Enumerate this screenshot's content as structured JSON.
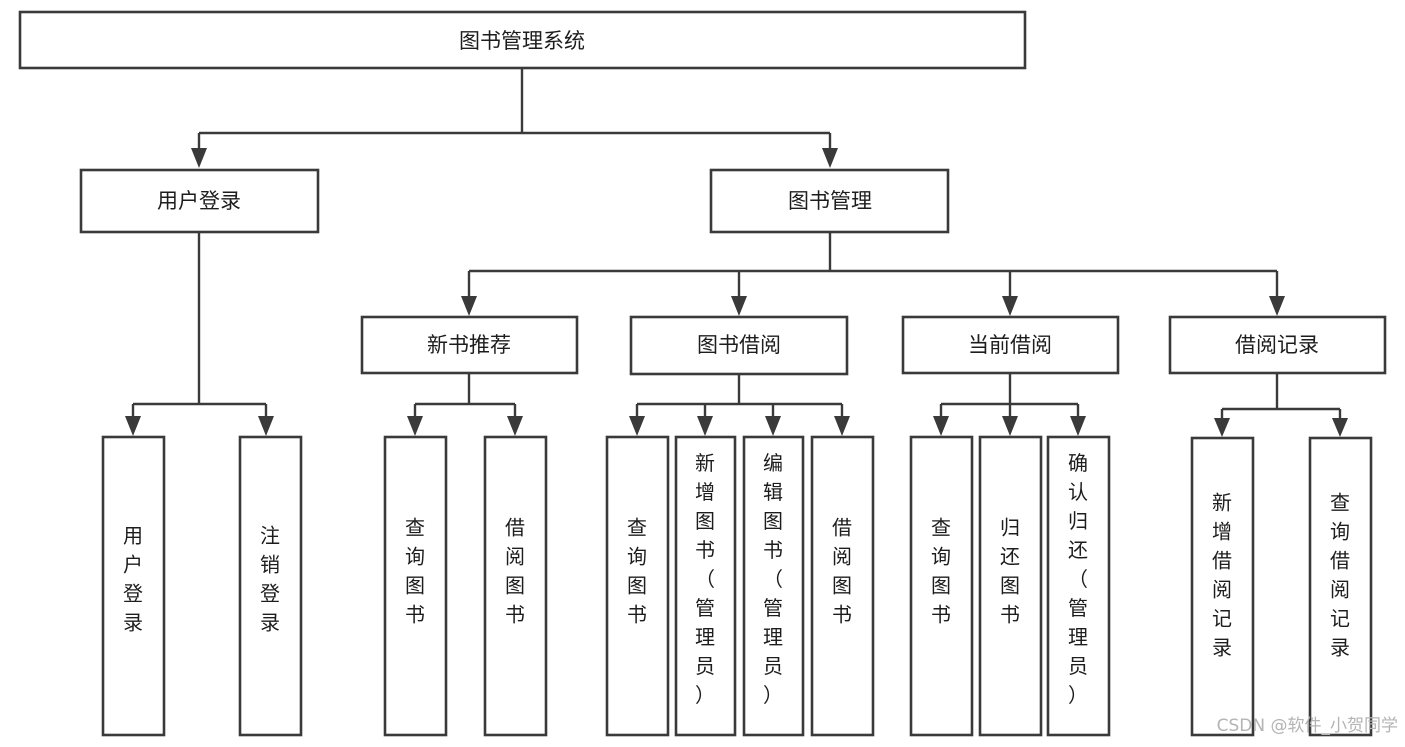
{
  "diagram": {
    "title": "图书管理系统",
    "type": "tree-hierarchy",
    "root": {
      "id": "root",
      "label": "图书管理系统",
      "orientation": "horizontal"
    },
    "level2": [
      {
        "id": "user-login",
        "label": "用户登录",
        "orientation": "horizontal"
      },
      {
        "id": "book-manage",
        "label": "图书管理",
        "orientation": "horizontal"
      }
    ],
    "level3": [
      {
        "id": "new-book-recommend",
        "label": "新书推荐",
        "orientation": "horizontal",
        "parent": "book-manage"
      },
      {
        "id": "book-borrow",
        "label": "图书借阅",
        "orientation": "horizontal",
        "parent": "book-manage"
      },
      {
        "id": "current-borrow",
        "label": "当前借阅",
        "orientation": "horizontal",
        "parent": "book-manage"
      },
      {
        "id": "borrow-record",
        "label": "借阅记录",
        "orientation": "horizontal",
        "parent": "book-manage"
      }
    ],
    "leaves": [
      {
        "id": "leaf-user-login",
        "label": "用户登录",
        "orientation": "vertical",
        "parent": "user-login",
        "chars": [
          "用",
          "户",
          "登",
          "录"
        ]
      },
      {
        "id": "leaf-logout-login",
        "label": "注销登录",
        "orientation": "vertical",
        "parent": "user-login",
        "chars": [
          "注",
          "销",
          "登",
          "录"
        ]
      },
      {
        "id": "leaf-query-book-1",
        "label": "查询图书",
        "orientation": "vertical",
        "parent": "new-book-recommend",
        "chars": [
          "查",
          "询",
          "图",
          "书"
        ]
      },
      {
        "id": "leaf-borrow-book-1",
        "label": "借阅图书",
        "orientation": "vertical",
        "parent": "new-book-recommend",
        "chars": [
          "借",
          "阅",
          "图",
          "书"
        ]
      },
      {
        "id": "leaf-query-book-2",
        "label": "查询图书",
        "orientation": "vertical",
        "parent": "book-borrow",
        "chars": [
          "查",
          "询",
          "图",
          "书"
        ]
      },
      {
        "id": "leaf-add-book-admin",
        "label": "新增图书（管理员）",
        "orientation": "vertical",
        "parent": "book-borrow",
        "chars": [
          "新",
          "增",
          "图",
          "书",
          "（",
          "管",
          "理",
          "员",
          "）"
        ]
      },
      {
        "id": "leaf-edit-book-admin",
        "label": "编辑图书（管理员）",
        "orientation": "vertical",
        "parent": "book-borrow",
        "chars": [
          "编",
          "辑",
          "图",
          "书",
          "（",
          "管",
          "理",
          "员",
          "）"
        ]
      },
      {
        "id": "leaf-borrow-book-2",
        "label": "借阅图书",
        "orientation": "vertical",
        "parent": "book-borrow",
        "chars": [
          "借",
          "阅",
          "图",
          "书"
        ]
      },
      {
        "id": "leaf-query-book-3",
        "label": "查询图书",
        "orientation": "vertical",
        "parent": "current-borrow",
        "chars": [
          "查",
          "询",
          "图",
          "书"
        ]
      },
      {
        "id": "leaf-return-book",
        "label": "归还图书",
        "orientation": "vertical",
        "parent": "current-borrow",
        "chars": [
          "归",
          "还",
          "图",
          "书"
        ]
      },
      {
        "id": "leaf-confirm-return-admin",
        "label": "确认归还（管理员）",
        "orientation": "vertical",
        "parent": "current-borrow",
        "chars": [
          "确",
          "认",
          "归",
          "还",
          "（",
          "管",
          "理",
          "员",
          "）"
        ]
      },
      {
        "id": "leaf-add-borrow-record",
        "label": "新增借阅记录",
        "orientation": "vertical",
        "parent": "borrow-record",
        "chars": [
          "新",
          "增",
          "借",
          "阅",
          "记",
          "录"
        ]
      },
      {
        "id": "leaf-query-borrow-record",
        "label": "查询借阅记录",
        "orientation": "vertical",
        "parent": "borrow-record",
        "chars": [
          "查",
          "询",
          "借",
          "阅",
          "记",
          "录"
        ]
      }
    ]
  },
  "watermark": {
    "text": "CSDN @软件_小贺同学"
  },
  "colors": {
    "background": "#ffffff",
    "box_fill": "#ffffff",
    "box_stroke": "#3a3a3a",
    "connector": "#3a3a3a",
    "text": "#1d1d1d",
    "watermark": "#b4b4b4"
  }
}
